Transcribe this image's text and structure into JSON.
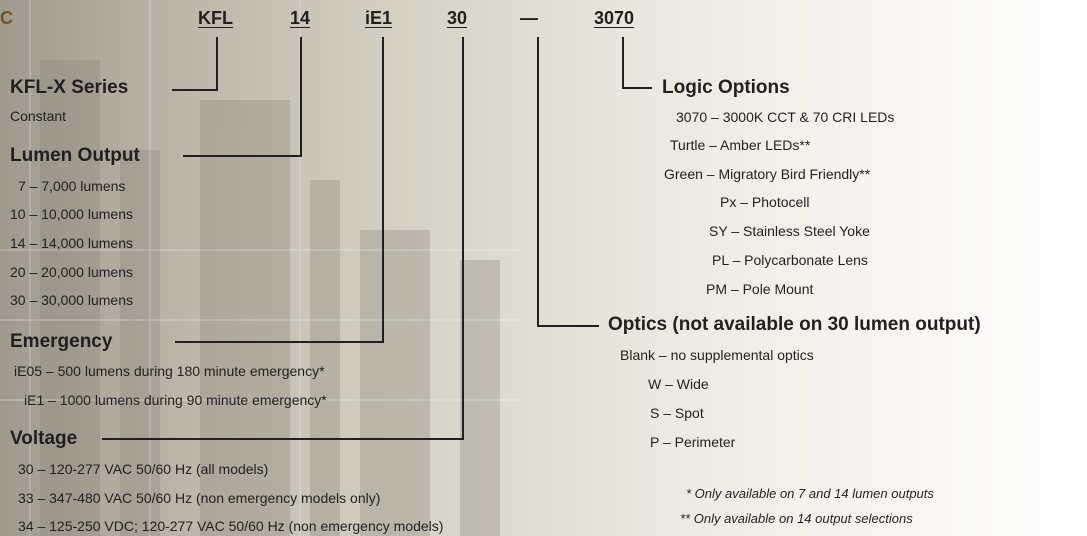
{
  "codes": {
    "partial": "C",
    "series": "KFL",
    "lumen": "14",
    "emergency": "iE1",
    "voltage": "30",
    "optics": "—",
    "logic": "3070"
  },
  "series": {
    "title": "KFL-X Series",
    "subtitle": "Constant"
  },
  "lumen": {
    "title": "Lumen Output",
    "items": [
      "7 – 7,000 lumens",
      "10 – 10,000 lumens",
      "14 – 14,000 lumens",
      "20 – 20,000 lumens",
      "30 – 30,000 lumens"
    ]
  },
  "emergency": {
    "title": "Emergency",
    "items": [
      "iE05 – 500 lumens during 180 minute emergency*",
      "iE1 – 1000 lumens during 90 minute emergency*"
    ]
  },
  "voltage": {
    "title": "Voltage",
    "items": [
      "30 – 120-277 VAC 50/60 Hz (all models)",
      "33 – 347-480 VAC 50/60 Hz (non emergency models only)",
      "34 – 125-250 VDC; 120-277 VAC 50/60 Hz (non emergency models)"
    ]
  },
  "logic": {
    "title": "Logic Options",
    "items": [
      "3070 – 3000K CCT & 70 CRI LEDs",
      "Turtle – Amber LEDs**",
      "Green – Migratory Bird Friendly**",
      "Px – Photocell",
      "SY – Stainless Steel Yoke",
      "PL – Polycarbonate Lens",
      "PM – Pole Mount"
    ]
  },
  "optics": {
    "title": "Optics (not available on 30 lumen output)",
    "items": [
      "Blank – no supplemental optics",
      "W – Wide",
      "S – Spot",
      "P – Perimeter"
    ]
  },
  "footnotes": [
    "*   Only available on 7 and 14 lumen outputs",
    "**  Only available on 14 output selections"
  ]
}
